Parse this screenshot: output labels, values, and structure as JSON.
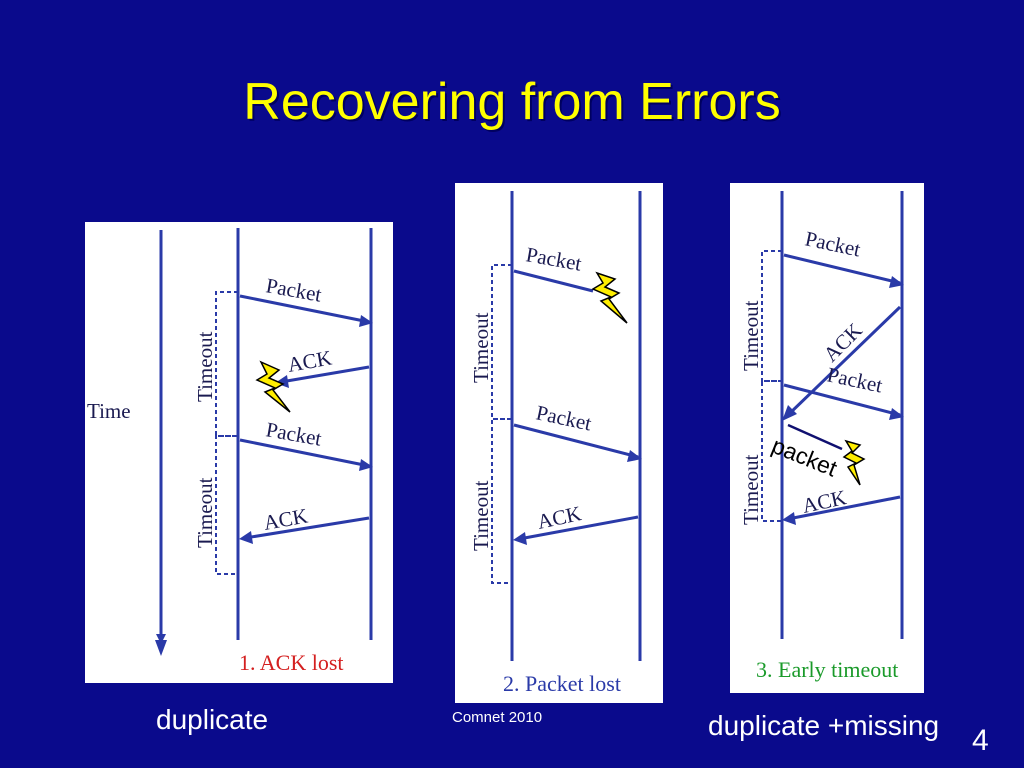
{
  "title": "Recovering from Errors",
  "panels": [
    {
      "time_label": "Time",
      "timeout_label": "Timeout",
      "packet_label": "Packet",
      "ack_label": "ACK",
      "scenario": "1. ACK lost",
      "scenario_color": "#d42020"
    },
    {
      "timeout_label": "Timeout",
      "packet_label": "Packet",
      "ack_label": "ACK",
      "scenario": "2. Packet lost",
      "scenario_color": "#2a3aa8"
    },
    {
      "timeout_label": "Timeout",
      "packet_label": "Packet",
      "ack_label": "ACK",
      "scenario": "3. Early timeout",
      "scenario_color": "#1a9a2a",
      "overlay_packet": "packet"
    }
  ],
  "captions": {
    "left": "duplicate",
    "right": "duplicate +missing"
  },
  "footer": "Comnet 2010",
  "page_number": "4",
  "colors": {
    "background": "#0a0a8c",
    "title": "#ffff00",
    "arrow": "#2a3aa8",
    "lightning_fill": "#ffee00"
  }
}
